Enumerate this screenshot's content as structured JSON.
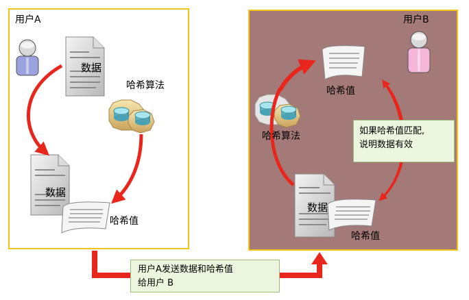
{
  "user_a": {
    "title": "用户A"
  },
  "user_b": {
    "title": "用户B"
  },
  "panel_a": {
    "data_doc_label": "数据",
    "algorithm_label": "哈希算法",
    "data_doc2_label": "数据",
    "hash_label": "哈希值"
  },
  "panel_b": {
    "hash_top_label": "哈希值",
    "algorithm_label": "哈希算法",
    "data_doc_label": "数据",
    "hash_bottom_label": "哈希值",
    "callout_text_line1": "如果哈希值匹配,",
    "callout_text_line2": "说明数据有效"
  },
  "transfer": {
    "line1": "用户A发送数据和哈希值",
    "line2": "给用户 B"
  },
  "colors": {
    "frame": "#f2c318",
    "panel_b_bg": "#a47a78",
    "arrow": "#e8261c",
    "callout_bg": "#ecf6df",
    "user_a_body": "#9aa3e0",
    "user_b_body": "#f4b5d8"
  }
}
